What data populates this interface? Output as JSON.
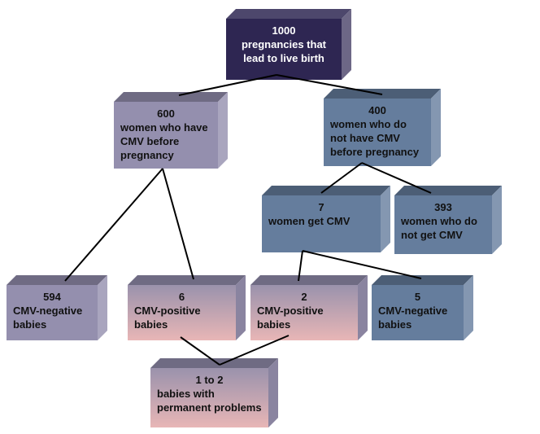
{
  "colors": {
    "root": "#2e2652",
    "lavender": "#948fae",
    "steel_blue": "#657d9d",
    "pink_gradient_top": "#9a92ac",
    "pink_gradient_bottom": "#e8b6b6",
    "connector": "#000000"
  },
  "nodes": {
    "root": {
      "number": "1000",
      "lines": [
        "pregnancies that",
        "lead to live birth"
      ]
    },
    "cmv_before": {
      "number": "600",
      "lines": [
        "women who have",
        "CMV before",
        "pregnancy"
      ]
    },
    "no_cmv_before": {
      "number": "400",
      "lines": [
        "women who do",
        "not have CMV",
        "before pregnancy"
      ]
    },
    "get_cmv": {
      "number": "7",
      "lines": [
        "women get CMV"
      ]
    },
    "no_get_cmv": {
      "number": "393",
      "lines": [
        "women who do",
        "not get CMV"
      ]
    },
    "neg_594": {
      "number": "594",
      "lines": [
        "CMV-negative",
        "babies"
      ]
    },
    "pos_6": {
      "number": "6",
      "lines": [
        "CMV-positive",
        "babies"
      ]
    },
    "pos_2": {
      "number": "2",
      "lines": [
        "CMV-positive",
        "babies"
      ]
    },
    "neg_5": {
      "number": "5",
      "lines": [
        "CMV-negative",
        "babies"
      ]
    },
    "permanent": {
      "number": "1 to 2",
      "lines": [
        "babies with",
        "permanent problems"
      ]
    }
  },
  "edges": [
    [
      "root",
      "cmv_before"
    ],
    [
      "root",
      "no_cmv_before"
    ],
    [
      "cmv_before",
      "neg_594"
    ],
    [
      "cmv_before",
      "pos_6"
    ],
    [
      "no_cmv_before",
      "get_cmv"
    ],
    [
      "no_cmv_before",
      "no_get_cmv"
    ],
    [
      "get_cmv",
      "pos_2"
    ],
    [
      "get_cmv",
      "neg_5"
    ],
    [
      "pos_6",
      "permanent"
    ],
    [
      "pos_2",
      "permanent"
    ]
  ]
}
